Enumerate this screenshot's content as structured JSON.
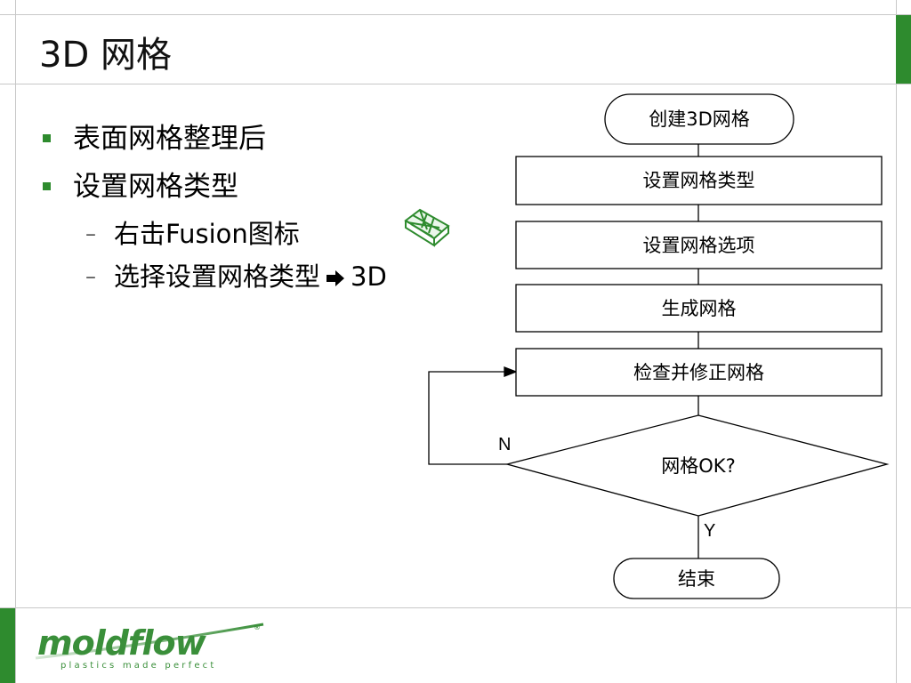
{
  "slide": {
    "title": "3D 网格",
    "bullets": [
      {
        "text": "表面网格整理后"
      },
      {
        "text": "设置网格类型"
      }
    ],
    "sub_bullets": [
      {
        "dash": "–",
        "text": "右击Fusion图标"
      },
      {
        "dash": "–",
        "text_before": "选择设置网格类型",
        "text_after": "3D"
      }
    ]
  },
  "flowchart": {
    "start": "创建3D网格",
    "steps": [
      "设置网格类型",
      "设置网格选项",
      "生成网格",
      "检查并修正网格"
    ],
    "decision": "网格OK?",
    "no_label": "N",
    "yes_label": "Y",
    "end": "结束"
  },
  "footer": {
    "logo_text": "moldflow",
    "tagline": "plastics made perfect",
    "trademark": "®"
  },
  "colors": {
    "accent": "#2e8b2e",
    "logo": "#3a8f3a",
    "rule": "#c8c8c8"
  },
  "icons": [
    "fusion-mesh-icon",
    "right-arrow-icon"
  ]
}
